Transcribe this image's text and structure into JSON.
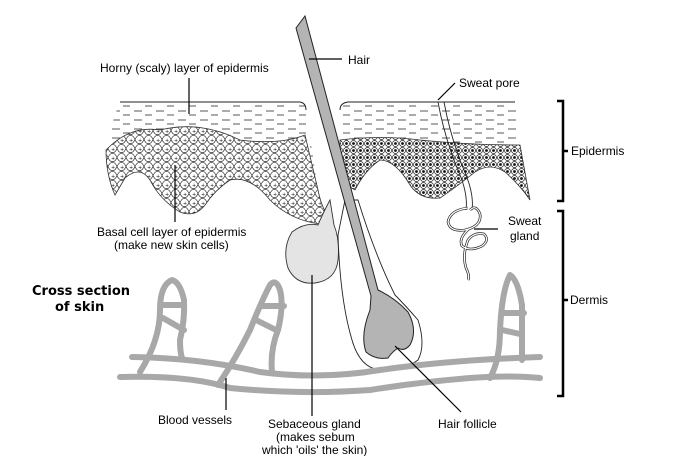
{
  "title": {
    "line1": "Cross section",
    "line2": "of skin"
  },
  "labels": {
    "hair": "Hair",
    "horny_layer": "Horny (scaly) layer of epidermis",
    "sweat_pore": "Sweat pore",
    "epidermis": "Epidermis",
    "basal_layer_line1": "Basal cell layer of epidermis",
    "basal_layer_line2": "(make new skin cells)",
    "sweat_gland_line1": "Sweat",
    "sweat_gland_line2": "gland",
    "dermis": "Dermis",
    "blood_vessels": "Blood vessels",
    "sebaceous_line1": "Sebaceous gland",
    "sebaceous_line2": "(makes sebum",
    "sebaceous_line3": "which 'oils' the skin)",
    "hair_follicle": "Hair follicle"
  },
  "colors": {
    "hair_fill": "#b4b4b4",
    "sebaceous_fill": "#e4e4e4",
    "vessel_stroke": "#a8a8a8",
    "line": "#000000"
  }
}
